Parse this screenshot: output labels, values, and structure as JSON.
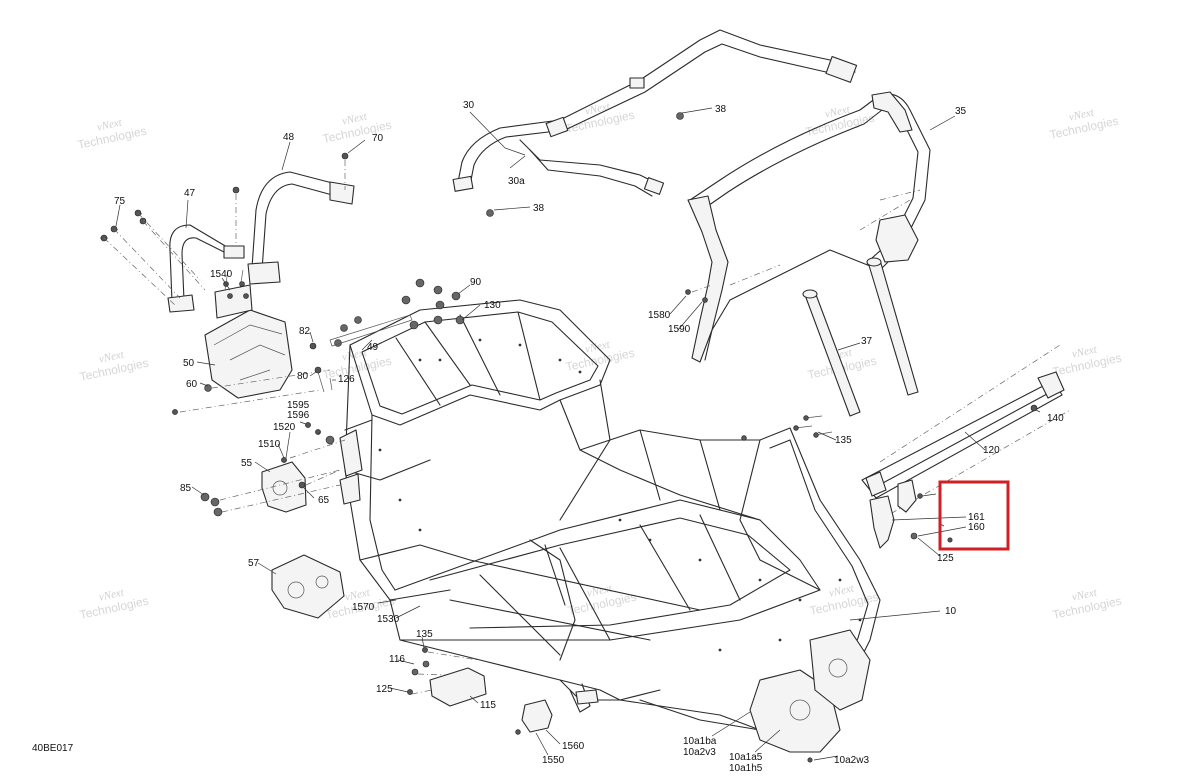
{
  "diagram": {
    "code": "40BE017",
    "watermark": {
      "line1": "vNext",
      "line2": "Technologies"
    },
    "highlight_color": "#d21f26",
    "labels": [
      {
        "id": "l30",
        "text": "30"
      },
      {
        "id": "l30a",
        "text": "30a"
      },
      {
        "id": "l38a",
        "text": "38"
      },
      {
        "id": "l38b",
        "text": "38"
      },
      {
        "id": "l35",
        "text": "35"
      },
      {
        "id": "l48",
        "text": "48"
      },
      {
        "id": "l70",
        "text": "70"
      },
      {
        "id": "l47",
        "text": "47"
      },
      {
        "id": "l75",
        "text": "75"
      },
      {
        "id": "l1540",
        "text": "1540"
      },
      {
        "id": "l50",
        "text": "50"
      },
      {
        "id": "l60",
        "text": "60"
      },
      {
        "id": "l90",
        "text": "90"
      },
      {
        "id": "l130",
        "text": "130"
      },
      {
        "id": "l82",
        "text": "82"
      },
      {
        "id": "l49",
        "text": "49"
      },
      {
        "id": "l80",
        "text": "80"
      },
      {
        "id": "l126",
        "text": "126"
      },
      {
        "id": "l1580",
        "text": "1580"
      },
      {
        "id": "l1590",
        "text": "1590"
      },
      {
        "id": "l37",
        "text": "37"
      },
      {
        "id": "l140",
        "text": "140"
      },
      {
        "id": "l1595",
        "text": "1595"
      },
      {
        "id": "l1596",
        "text": "1596"
      },
      {
        "id": "l1520",
        "text": "1520"
      },
      {
        "id": "l1510",
        "text": "1510"
      },
      {
        "id": "l135a",
        "text": "135"
      },
      {
        "id": "l120",
        "text": "120"
      },
      {
        "id": "l55",
        "text": "55"
      },
      {
        "id": "l85",
        "text": "85"
      },
      {
        "id": "l65",
        "text": "65"
      },
      {
        "id": "l161",
        "text": "161"
      },
      {
        "id": "l160",
        "text": "160"
      },
      {
        "id": "l125a",
        "text": "125"
      },
      {
        "id": "l57",
        "text": "57"
      },
      {
        "id": "l1570",
        "text": "1570"
      },
      {
        "id": "l1530",
        "text": "1530"
      },
      {
        "id": "l10",
        "text": "10"
      },
      {
        "id": "l135b",
        "text": "135"
      },
      {
        "id": "l116",
        "text": "116"
      },
      {
        "id": "l125b",
        "text": "125"
      },
      {
        "id": "l115",
        "text": "115"
      },
      {
        "id": "l1560",
        "text": "1560"
      },
      {
        "id": "l1550",
        "text": "1550"
      },
      {
        "id": "l10a1ba",
        "text": "10a1ba"
      },
      {
        "id": "l10a2v3",
        "text": "10a2v3"
      },
      {
        "id": "l10a1a5",
        "text": "10a1a5"
      },
      {
        "id": "l10a1h5",
        "text": "10a1h5"
      },
      {
        "id": "l10a2w3",
        "text": "10a2w3"
      }
    ]
  }
}
